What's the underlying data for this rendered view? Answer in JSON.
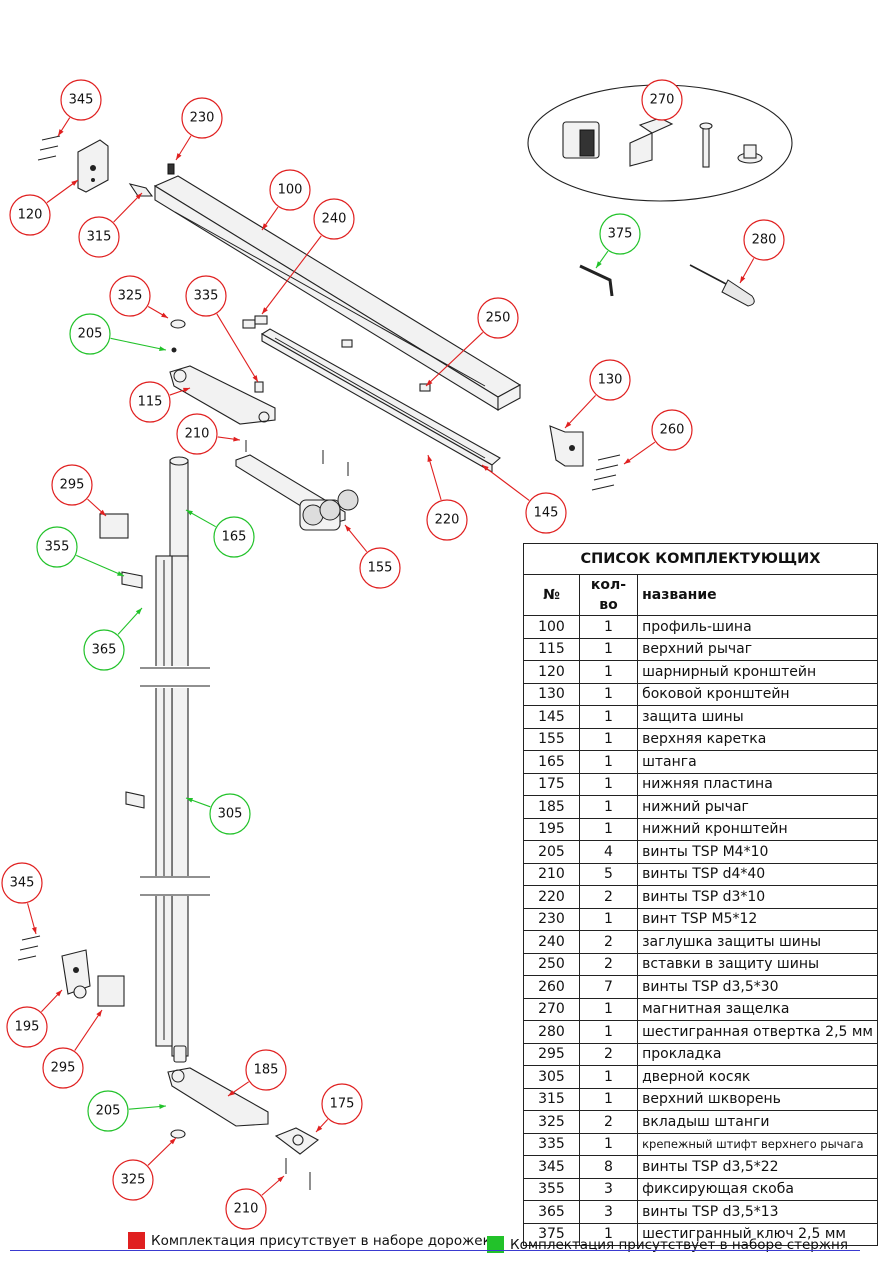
{
  "colors": {
    "red": "#e02020",
    "green": "#22c22a"
  },
  "callouts": [
    {
      "label": "345",
      "color": "red"
    },
    {
      "label": "230",
      "color": "red"
    },
    {
      "label": "270",
      "color": "red"
    },
    {
      "label": "100",
      "color": "red"
    },
    {
      "label": "120",
      "color": "red"
    },
    {
      "label": "315",
      "color": "red"
    },
    {
      "label": "240",
      "color": "red"
    },
    {
      "label": "375",
      "color": "green"
    },
    {
      "label": "280",
      "color": "red"
    },
    {
      "label": "325",
      "color": "red"
    },
    {
      "label": "335",
      "color": "red"
    },
    {
      "label": "205",
      "color": "green"
    },
    {
      "label": "250",
      "color": "red"
    },
    {
      "label": "130",
      "color": "red"
    },
    {
      "label": "115",
      "color": "red"
    },
    {
      "label": "260",
      "color": "red"
    },
    {
      "label": "210",
      "color": "red"
    },
    {
      "label": "295",
      "color": "red"
    },
    {
      "label": "165",
      "color": "green"
    },
    {
      "label": "220",
      "color": "red"
    },
    {
      "label": "145",
      "color": "red"
    },
    {
      "label": "355",
      "color": "green"
    },
    {
      "label": "155",
      "color": "red"
    },
    {
      "label": "365",
      "color": "green"
    },
    {
      "label": "305",
      "color": "green"
    },
    {
      "label": "345",
      "color": "red"
    },
    {
      "label": "195",
      "color": "red"
    },
    {
      "label": "295",
      "color": "red"
    },
    {
      "label": "185",
      "color": "red"
    },
    {
      "label": "205",
      "color": "green"
    },
    {
      "label": "175",
      "color": "red"
    },
    {
      "label": "325",
      "color": "red"
    },
    {
      "label": "210",
      "color": "red"
    }
  ],
  "table": {
    "title": "СПИСОК КОМПЛЕКТУЮЩИХ",
    "headers": [
      "№",
      "кол-во",
      "название"
    ],
    "rows": [
      {
        "num": "100",
        "qty": "1",
        "name": "профиль-шина"
      },
      {
        "num": "115",
        "qty": "1",
        "name": "верхний рычаг"
      },
      {
        "num": "120",
        "qty": "1",
        "name": "шарнирный кронштейн"
      },
      {
        "num": "130",
        "qty": "1",
        "name": "боковой кронштейн"
      },
      {
        "num": "145",
        "qty": "1",
        "name": "защита шины"
      },
      {
        "num": "155",
        "qty": "1",
        "name": "верхняя  каретка"
      },
      {
        "num": "165",
        "qty": "1",
        "name": "штанга"
      },
      {
        "num": "175",
        "qty": "1",
        "name": "нижняя пластина"
      },
      {
        "num": "185",
        "qty": "1",
        "name": "нижний рычаг"
      },
      {
        "num": "195",
        "qty": "1",
        "name": "нижний кронштейн"
      },
      {
        "num": "205",
        "qty": "4",
        "name": "винты TSP  M4*10"
      },
      {
        "num": "210",
        "qty": "5",
        "name": "винты TSP d4*40"
      },
      {
        "num": "220",
        "qty": "2",
        "name": "винты TSP d3*10"
      },
      {
        "num": "230",
        "qty": "1",
        "name": "винт TSP M5*12"
      },
      {
        "num": "240",
        "qty": "2",
        "name": "заглушка защиты шины"
      },
      {
        "num": "250",
        "qty": "2",
        "name": "вставки в защиту шины"
      },
      {
        "num": "260",
        "qty": "7",
        "name": "винты TSP d3,5*30"
      },
      {
        "num": "270",
        "qty": "1",
        "name": "магнитная защелка"
      },
      {
        "num": "280",
        "qty": "1",
        "name": "шестигранная отвертка 2,5 мм"
      },
      {
        "num": "295",
        "qty": "2",
        "name": "прокладка"
      },
      {
        "num": "305",
        "qty": "1",
        "name": "дверной косяк"
      },
      {
        "num": "315",
        "qty": "1",
        "name": "верхний шкворень"
      },
      {
        "num": "325",
        "qty": "2",
        "name": "вкладыш штанги"
      },
      {
        "num": "335",
        "qty": "1",
        "name": "крепежный штифт верхнего рычага"
      },
      {
        "num": "345",
        "qty": "8",
        "name": "винты TSP d3,5*22"
      },
      {
        "num": "355",
        "qty": "3",
        "name": "фиксирующая скоба"
      },
      {
        "num": "365",
        "qty": "3",
        "name": "винты TSP d3,5*13"
      },
      {
        "num": "375",
        "qty": "1",
        "name": "шестигранный ключ 2,5 мм"
      }
    ]
  },
  "legend": {
    "red_text": "Комплектация присутствует в наборе дорожек",
    "green_text": "Комплектация присутствует в наборе стержня"
  }
}
